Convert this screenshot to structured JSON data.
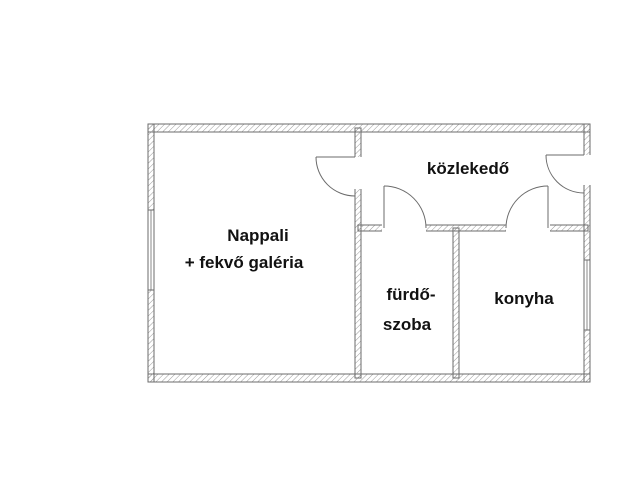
{
  "floor_plan": {
    "rooms": [
      {
        "id": "nappali",
        "lines": [
          "Nappali",
          "+ fekvő galéria"
        ]
      },
      {
        "id": "kozlekedo",
        "lines": [
          "közlekedő"
        ]
      },
      {
        "id": "furdoszoba",
        "lines": [
          "fürdő-",
          "szoba"
        ]
      },
      {
        "id": "konyha",
        "lines": [
          "konyha"
        ]
      }
    ],
    "colors": {
      "wall_fill": "#ffffff",
      "wall_stroke": "#6b6b6b",
      "hatch": "#9a9a9a",
      "door": "#6b6b6b",
      "text": "#111111"
    }
  }
}
